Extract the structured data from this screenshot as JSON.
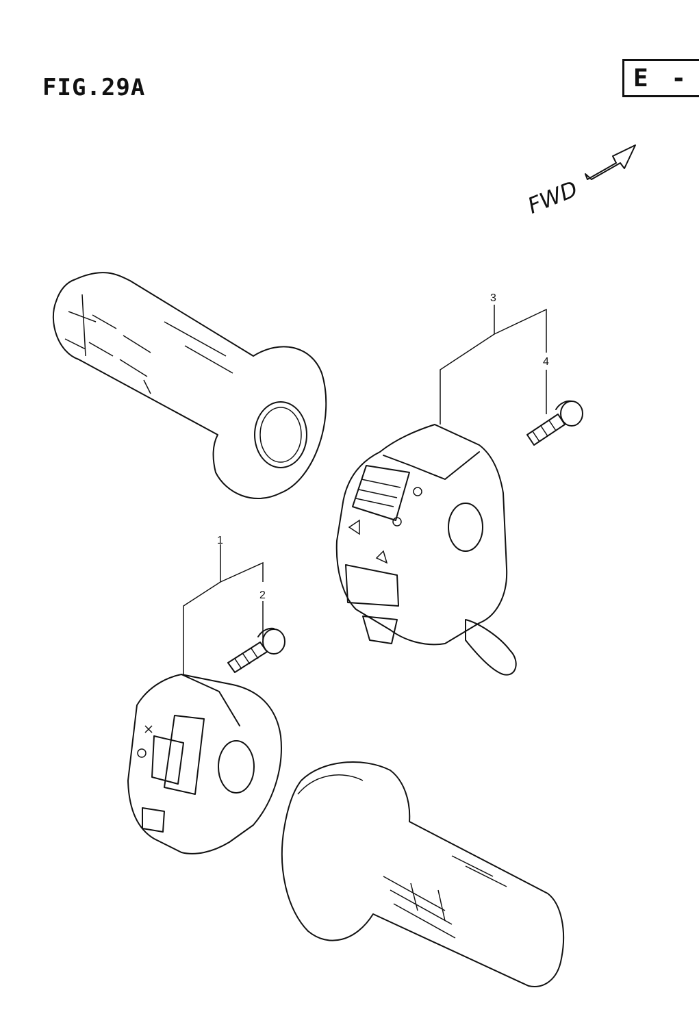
{
  "figure": {
    "title": "FIG.29A",
    "section": "E -",
    "direction_label": "FWD"
  },
  "callouts": [
    {
      "id": "1",
      "label": "1"
    },
    {
      "id": "2",
      "label": "2"
    },
    {
      "id": "3",
      "label": "3"
    },
    {
      "id": "4",
      "label": "4"
    }
  ],
  "icons": [
    "forward-arrow-icon",
    "headlight-icon",
    "turn-signal-icon",
    "horn-icon"
  ]
}
